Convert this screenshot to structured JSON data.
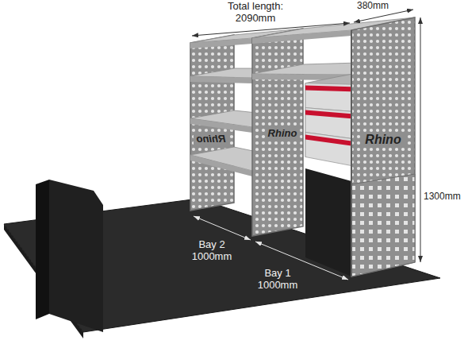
{
  "diagram": {
    "labels": [
      "Total length: 2090mm",
      "380mm",
      "1300mm",
      "Rhino",
      "Rhino",
      "Rhino",
      "Bay 2 1000mm",
      "Bay 1 1000mm"
    ]
  }
}
